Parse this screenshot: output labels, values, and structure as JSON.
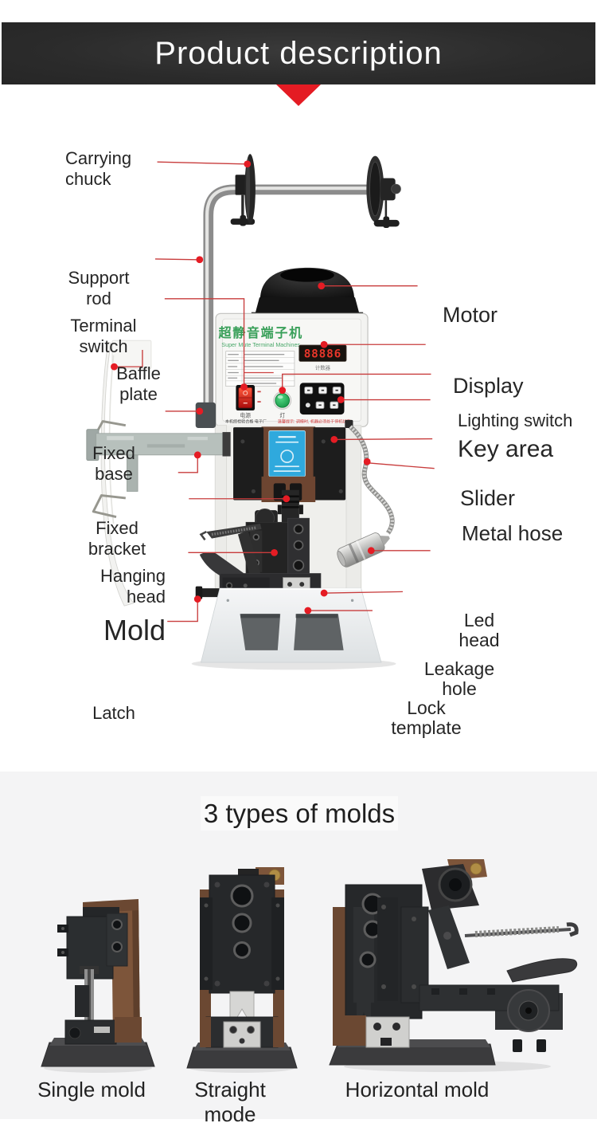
{
  "banner": {
    "title": "Product description"
  },
  "machine": {
    "labels": {
      "carrying_chuck": [
        "Carrying",
        "chuck"
      ],
      "support_rod": [
        "Support",
        "rod"
      ],
      "terminal_switch": [
        "Terminal",
        "switch"
      ],
      "baffle_plate": [
        "Baffle",
        "plate"
      ],
      "fixed_base": [
        "Fixed",
        "base"
      ],
      "fixed_bracket": [
        "Fixed",
        "bracket"
      ],
      "hanging_head": [
        "Hanging",
        "head"
      ],
      "mold": [
        "Mold"
      ],
      "latch": [
        "Latch"
      ],
      "motor": [
        "Motor"
      ],
      "display": [
        "Display"
      ],
      "lighting_switch": [
        "Lighting switch"
      ],
      "key_area": [
        "Key area"
      ],
      "slider": [
        "Slider"
      ],
      "metal_hose": [
        "Metal hose"
      ],
      "led_head": [
        "Led",
        "head"
      ],
      "leakage_hole": [
        "Leakage",
        "hole"
      ],
      "lock_template": [
        "Lock",
        "template"
      ]
    },
    "panel": {
      "title_cn": "超静音端子机",
      "subtitle": "Super Mute Terminal Machines",
      "display_value": "88886",
      "counter_label": "计数器",
      "power_label": "电源",
      "lamp_label": "灯",
      "cert_text": "本机经检验合格  电子厂",
      "warning_text": "温馨提示: 调模时, 机器必须处于停机状态"
    }
  },
  "molds_section": {
    "heading": "3 types of molds",
    "items": [
      {
        "caption": "Single mold"
      },
      {
        "caption": "Straight mode"
      },
      {
        "caption": "Horizontal mold"
      }
    ]
  },
  "colors": {
    "accent_red": "#e41b23",
    "leader_red": "#c83c3c",
    "panel_green": "#3aa05a",
    "sticker_blue": "#2fa9dd",
    "banner_bg": "#2b2b2b",
    "section_bg": "#f4f4f5"
  }
}
